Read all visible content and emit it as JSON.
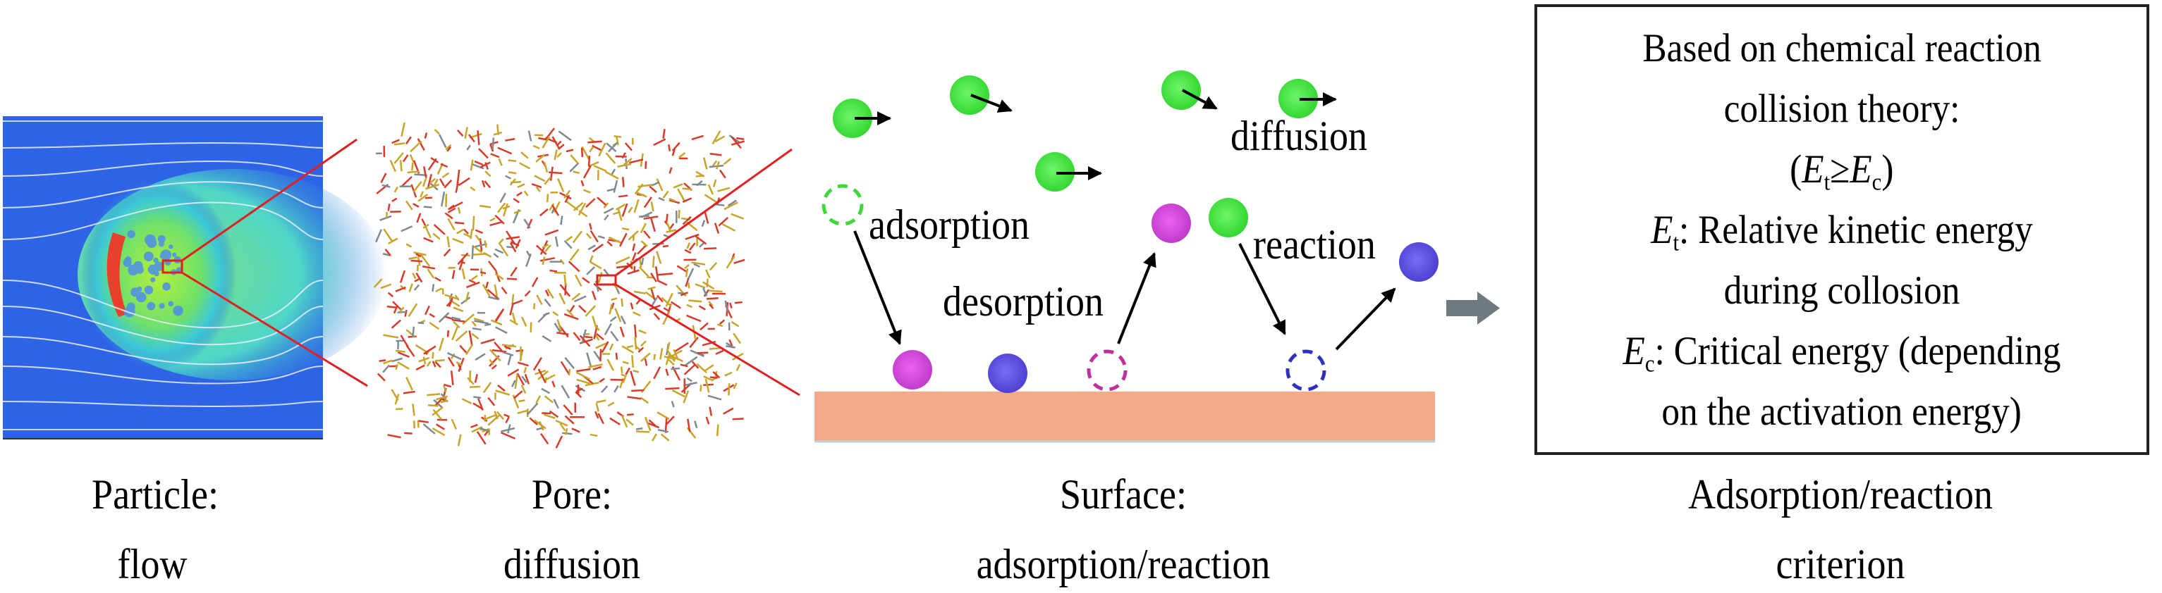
{
  "panels": [
    {
      "title": "Particle:",
      "subtitle": "flow"
    },
    {
      "title": "Pore:",
      "subtitle": "diffusion"
    },
    {
      "title": "Surface:",
      "subtitle": "adsorption/reaction"
    },
    {
      "title": "Adsorption/reaction",
      "subtitle": "criterion"
    }
  ],
  "surface_labels": {
    "diffusion": "diffusion",
    "adsorption": "adsorption",
    "desorption": "desorption",
    "reaction": "reaction"
  },
  "criterion_box": {
    "line1": "Based on chemical reaction",
    "line2": "collision theory:",
    "formula": {
      "open": "(",
      "e": "E",
      "sub_t": "t",
      "relation": "≥",
      "sub_c": "c",
      "close": ")"
    },
    "et_desc": {
      "symbol": "E",
      "sub": "t",
      "text": ": Relative kinetic energy",
      "text2": "during collosion"
    },
    "ec_desc": {
      "symbol": "E",
      "sub": "c",
      "text": ": Critical energy (depending",
      "text2": "on the activation energy)"
    }
  },
  "colors": {
    "reactant": "#3ee83a",
    "adsorbed": "#d63fd8",
    "product": "#5a4be0",
    "substrate": "#f4aa8a",
    "zoom_line": "#e02020",
    "flow_arrow": "#6f7a80"
  }
}
